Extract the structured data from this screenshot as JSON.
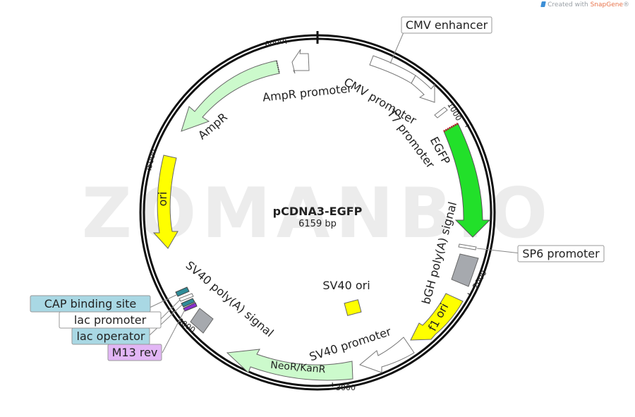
{
  "credit": {
    "prefix": "Created with",
    "brand": "SnapGene",
    "suffix": "®"
  },
  "watermark": "ZOMANBIO",
  "plasmid": {
    "name": "pCDNA3-EGFP",
    "size_label": "6159 bp"
  },
  "ticks": [
    "1000",
    "2000",
    "3000",
    "4000",
    "5000",
    "6000"
  ],
  "features": {
    "cmv_enhancer": "CMV enhancer",
    "cmv_promoter": "CMV promoter",
    "t7_promoter": "T7 promoter",
    "egfp": "EGFP",
    "bgh_polya": "bGH poly(A) signal",
    "sp6_promoter": "SP6 promoter",
    "f1_ori": "f1 ori",
    "sv40_promoter": "SV40 promoter",
    "neo_kan": "NeoR/KanR",
    "sv40_polya": "SV40 poly(A) signal",
    "sv40_ori": "SV40 ori",
    "cap_site": "CAP binding site",
    "lac_promoter": "lac promoter",
    "lac_operator": "lac operator",
    "m13_rev": "M13 rev",
    "ori": "ori",
    "ampr": "AmpR",
    "ampr_promoter": "AmpR promoter"
  },
  "colors": {
    "egfp": "#22e02a",
    "resistance": "#ccfacc",
    "origin": "#ffff00",
    "polya": "#a6a9ae",
    "cap_site": "#2e8c98",
    "lac_operator": "#8a2fd0",
    "label_cyan": "#a9d8e4",
    "label_purple": "#e2b6f5"
  }
}
